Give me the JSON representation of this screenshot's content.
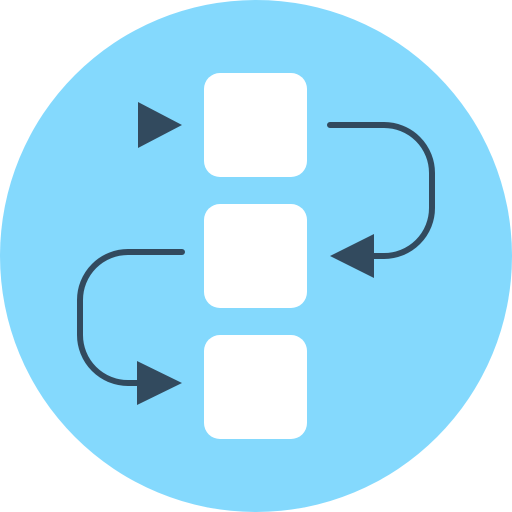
{
  "icon": {
    "name": "process-flow-icon",
    "colors": {
      "background": "#84d9fd",
      "box": "#ffffff",
      "arrow": "#324a5e"
    },
    "steps": [
      {
        "name": "step-box-1"
      },
      {
        "name": "step-box-2"
      },
      {
        "name": "step-box-3"
      }
    ],
    "arrows": [
      {
        "name": "entry-arrow-icon"
      },
      {
        "name": "loop-arrow-right-icon"
      },
      {
        "name": "loop-arrow-left-icon"
      }
    ]
  }
}
